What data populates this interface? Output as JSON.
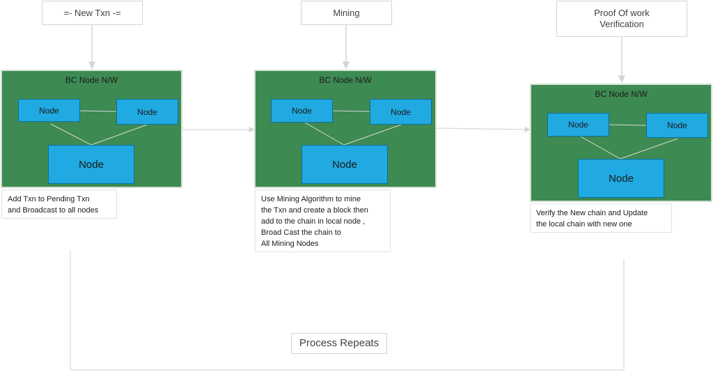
{
  "stages": [
    {
      "label_lines": [
        "=- New Txn -="
      ],
      "network_title": "BC Node N/W",
      "nodes": [
        "Node",
        "Node",
        "Node"
      ],
      "note_lines": [
        "Add Txn to Pending Txn",
        "and Broadcast to all nodes"
      ]
    },
    {
      "label_lines": [
        "Mining"
      ],
      "network_title": "BC Node N/W",
      "nodes": [
        "Node",
        "Node",
        "Node"
      ],
      "note_lines": [
        "Use Mining Algorithm to mine",
        "the Txn and create a block then",
        "add to the  chain in local node ,",
        "Broad Cast the  chain to",
        "All Mining Nodes"
      ]
    },
    {
      "label_lines": [
        "Proof Of work",
        "Verification"
      ],
      "network_title": "BC Node N/W",
      "nodes": [
        "Node",
        "Node",
        "Node"
      ],
      "note_lines": [
        "Verify the New  chain and Update",
        "the  local chain with new one"
      ]
    }
  ],
  "loop_label": "Process Repeats",
  "colors": {
    "network_fill": "#3d8a52",
    "node_fill": "#21a9e1",
    "connector": "#d9d9d9"
  }
}
